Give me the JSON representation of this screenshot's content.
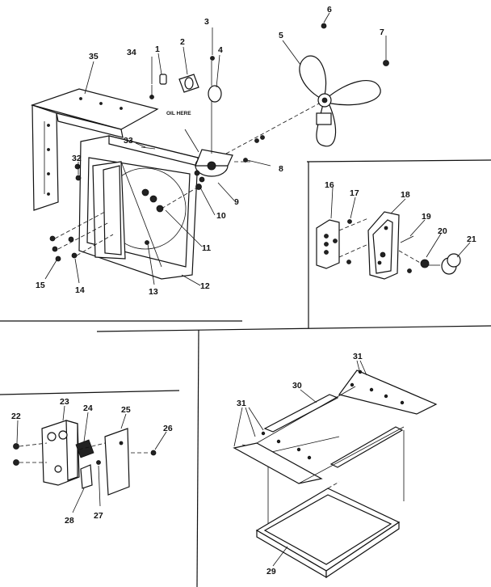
{
  "diagram": {
    "note": "OIL HERE",
    "callouts": {
      "c1": "1",
      "c2": "2",
      "c3": "3",
      "c4": "4",
      "c5": "5",
      "c6": "6",
      "c7": "7",
      "c8": "8",
      "c9": "9",
      "c10": "10",
      "c11": "11",
      "c12": "12",
      "c13": "13",
      "c14": "14",
      "c15": "15",
      "c16": "16",
      "c17": "17",
      "c18": "18",
      "c19": "19",
      "c20": "20",
      "c21": "21",
      "c22": "22",
      "c23": "23",
      "c24": "24",
      "c25": "25",
      "c26": "26",
      "c27": "27",
      "c28": "28",
      "c29": "29",
      "c30": "30",
      "c31a": "31",
      "c31b": "31",
      "c32": "32",
      "c33": "33",
      "c34": "34",
      "c35": "35"
    }
  }
}
